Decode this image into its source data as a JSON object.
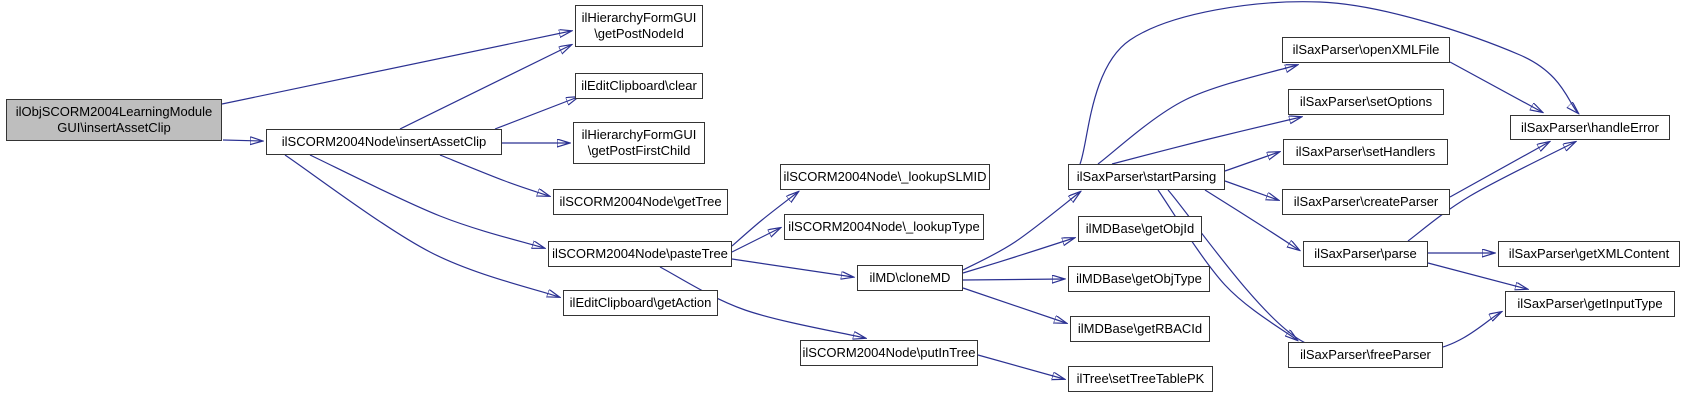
{
  "diagram": {
    "type": "doxygen-call-graph",
    "colors": {
      "edge": "#2b3192",
      "node_border": "#343434",
      "node_fill": "#ffffff",
      "highlight_fill": "#bebebe",
      "text": "#000000",
      "background": "#ffffff"
    },
    "nodes": [
      {
        "id": "objGui",
        "highlighted": true,
        "lines": [
          "ilObjSCORM2004LearningModule",
          "GUI\\insertAssetClip"
        ]
      },
      {
        "id": "nodeInsert",
        "lines": [
          "ilSCORM2004Node\\insertAssetClip"
        ]
      },
      {
        "id": "getPostNodeId",
        "lines": [
          "ilHierarchyFormGUI",
          "\\getPostNodeId"
        ]
      },
      {
        "id": "clear",
        "lines": [
          "ilEditClipboard\\clear"
        ]
      },
      {
        "id": "getPostFirstChild",
        "lines": [
          "ilHierarchyFormGUI",
          "\\getPostFirstChild"
        ]
      },
      {
        "id": "getTree",
        "lines": [
          "ilSCORM2004Node\\getTree"
        ]
      },
      {
        "id": "pasteTree",
        "lines": [
          "ilSCORM2004Node\\pasteTree"
        ]
      },
      {
        "id": "getAction",
        "lines": [
          "ilEditClipboard\\getAction"
        ]
      },
      {
        "id": "lookupSLMID",
        "lines": [
          "ilSCORM2004Node\\_lookupSLMID"
        ]
      },
      {
        "id": "lookupType",
        "lines": [
          "ilSCORM2004Node\\_lookupType"
        ]
      },
      {
        "id": "cloneMD",
        "lines": [
          "ilMD\\cloneMD"
        ]
      },
      {
        "id": "putInTree",
        "lines": [
          "ilSCORM2004Node\\putInTree"
        ]
      },
      {
        "id": "startParsing",
        "lines": [
          "ilSaxParser\\startParsing"
        ]
      },
      {
        "id": "getObjId",
        "lines": [
          "ilMDBase\\getObjId"
        ]
      },
      {
        "id": "getObjType",
        "lines": [
          "ilMDBase\\getObjType"
        ]
      },
      {
        "id": "getRBACId",
        "lines": [
          "ilMDBase\\getRBACId"
        ]
      },
      {
        "id": "setTreeTablePK",
        "lines": [
          "ilTree\\setTreeTablePK"
        ]
      },
      {
        "id": "openXMLFile",
        "lines": [
          "ilSaxParser\\openXMLFile"
        ]
      },
      {
        "id": "setOptions",
        "lines": [
          "ilSaxParser\\setOptions"
        ]
      },
      {
        "id": "setHandlers",
        "lines": [
          "ilSaxParser\\setHandlers"
        ]
      },
      {
        "id": "createParser",
        "lines": [
          "ilSaxParser\\createParser"
        ]
      },
      {
        "id": "parse",
        "lines": [
          "ilSaxParser\\parse"
        ]
      },
      {
        "id": "freeParser",
        "lines": [
          "ilSaxParser\\freeParser"
        ]
      },
      {
        "id": "handleError",
        "lines": [
          "ilSaxParser\\handleError"
        ]
      },
      {
        "id": "getXMLContent",
        "lines": [
          "ilSaxParser\\getXMLContent"
        ]
      },
      {
        "id": "getInputType",
        "lines": [
          "ilSaxParser\\getInputType"
        ]
      }
    ],
    "edges": [
      {
        "from": "objGui",
        "to": "getPostNodeId"
      },
      {
        "from": "objGui",
        "to": "nodeInsert"
      },
      {
        "from": "nodeInsert",
        "to": "getPostNodeId"
      },
      {
        "from": "nodeInsert",
        "to": "clear"
      },
      {
        "from": "nodeInsert",
        "to": "getPostFirstChild"
      },
      {
        "from": "nodeInsert",
        "to": "getTree"
      },
      {
        "from": "nodeInsert",
        "to": "pasteTree"
      },
      {
        "from": "nodeInsert",
        "to": "getAction"
      },
      {
        "from": "pasteTree",
        "to": "lookupSLMID"
      },
      {
        "from": "pasteTree",
        "to": "lookupType"
      },
      {
        "from": "pasteTree",
        "to": "cloneMD"
      },
      {
        "from": "pasteTree",
        "to": "putInTree"
      },
      {
        "from": "cloneMD",
        "to": "startParsing"
      },
      {
        "from": "cloneMD",
        "to": "getObjId"
      },
      {
        "from": "cloneMD",
        "to": "getObjType"
      },
      {
        "from": "cloneMD",
        "to": "getRBACId"
      },
      {
        "from": "putInTree",
        "to": "setTreeTablePK"
      },
      {
        "from": "startParsing",
        "to": "openXMLFile"
      },
      {
        "from": "startParsing",
        "to": "setOptions"
      },
      {
        "from": "startParsing",
        "to": "setHandlers"
      },
      {
        "from": "startParsing",
        "to": "createParser"
      },
      {
        "from": "startParsing",
        "to": "parse"
      },
      {
        "from": "startParsing",
        "to": "freeParser"
      },
      {
        "from": "startParsing",
        "to": "getInputType"
      },
      {
        "from": "startParsing",
        "to": "handleError"
      },
      {
        "from": "openXMLFile",
        "to": "handleError"
      },
      {
        "from": "createParser",
        "to": "handleError"
      },
      {
        "from": "parse",
        "to": "getXMLContent"
      },
      {
        "from": "parse",
        "to": "handleError"
      },
      {
        "from": "parse",
        "to": "getInputType"
      }
    ]
  }
}
